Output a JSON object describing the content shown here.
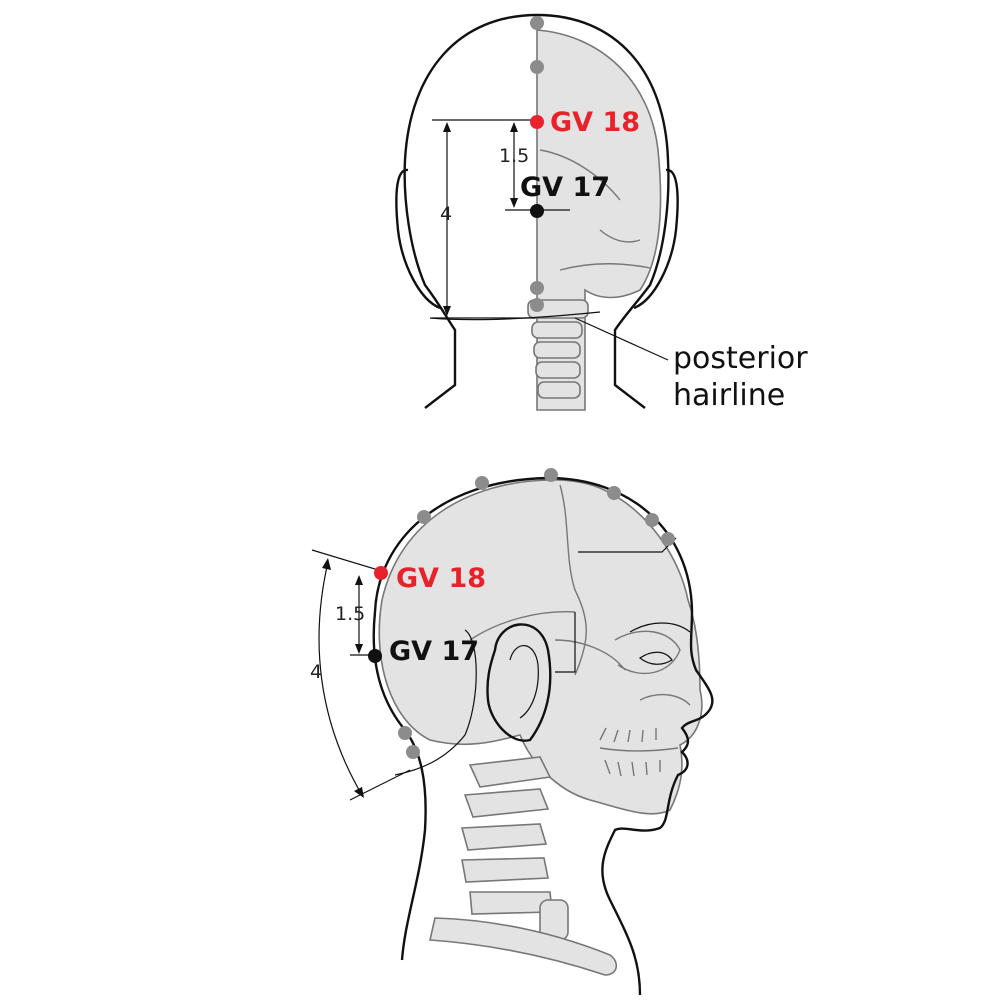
{
  "colors": {
    "highlight_point": "#e8222b",
    "reference_point": "#111111",
    "landmark_dot": "#8c8c8c",
    "bone_fill": "#e3e3e3"
  },
  "posterior_view": {
    "points": {
      "gv18": {
        "label": "GV 18",
        "color": "#e8222b"
      },
      "gv17": {
        "label": "GV 17",
        "color": "#111111"
      }
    },
    "dims": {
      "small": "1.5",
      "large": "4"
    },
    "callout": {
      "line1": "posterior",
      "line2": "hairline"
    }
  },
  "lateral_view": {
    "points": {
      "gv18": {
        "label": "GV 18",
        "color": "#e8222b"
      },
      "gv17": {
        "label": "GV 17",
        "color": "#111111"
      }
    },
    "dims": {
      "small": "1.5",
      "large": "4"
    }
  }
}
